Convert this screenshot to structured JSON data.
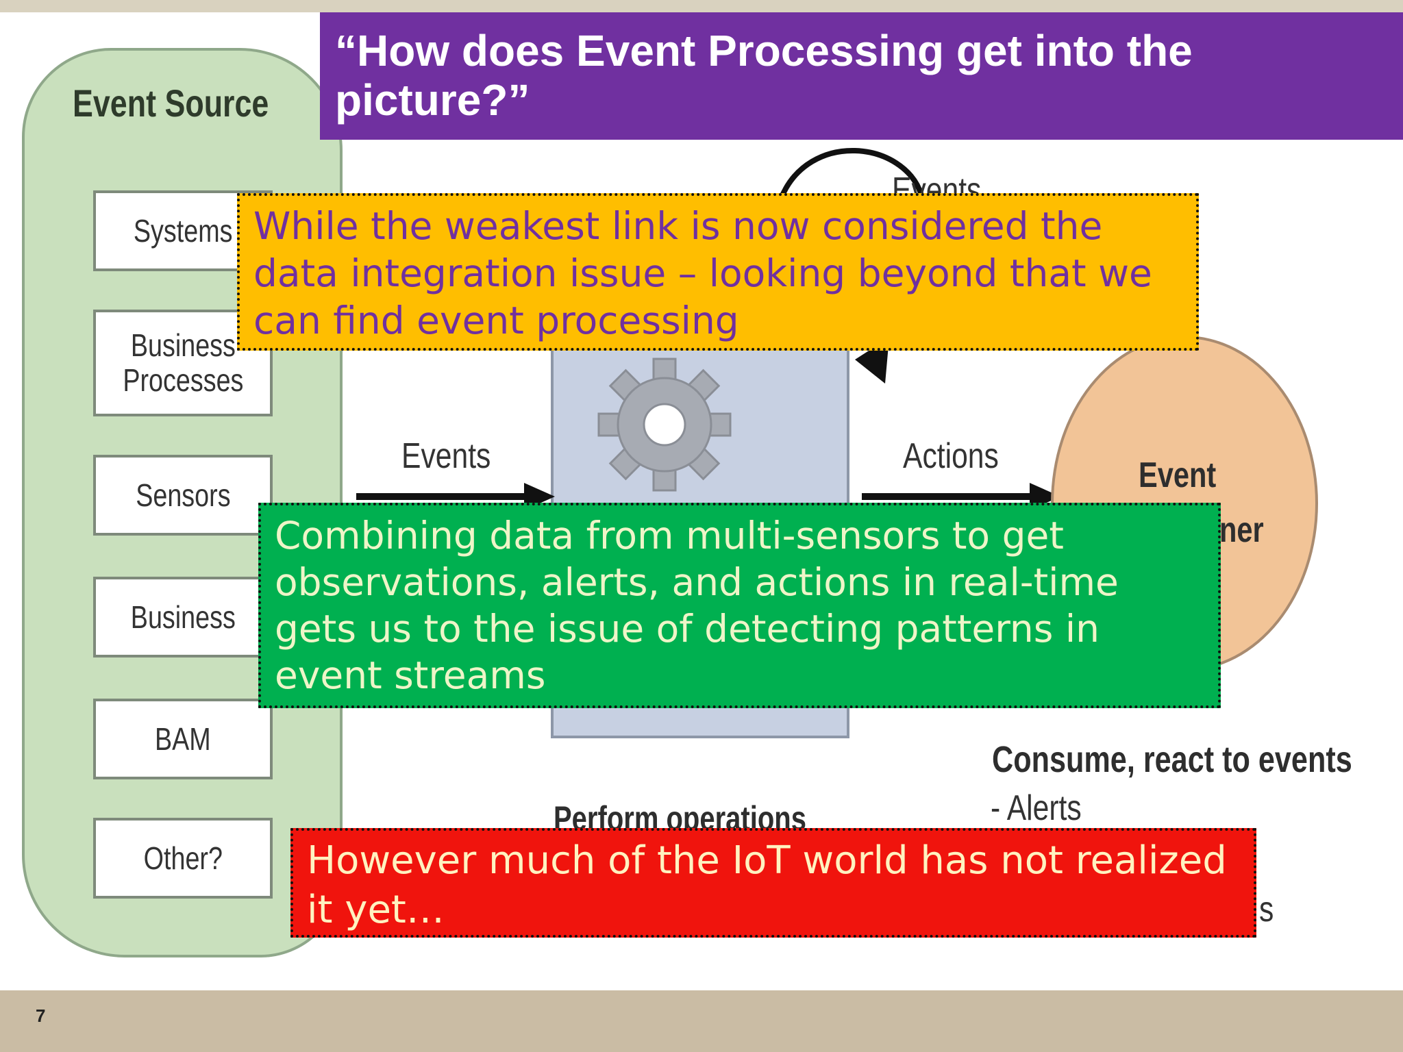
{
  "slide": {
    "title": "“How does Event Processing get into the picture?”",
    "slide_number": "7"
  },
  "diagram": {
    "source_title": "Event Source",
    "sources": [
      "Systems",
      "Business\nProcesses",
      "Sensors",
      "Business",
      "BAM",
      "Other?"
    ],
    "events_top_label": "Events",
    "events_label": "Events",
    "actions_label": "Actions",
    "consumer_line1": "Event",
    "consumer_line2": "ner",
    "perform_label": "Perform operations",
    "consume_label": "Consume, react to events",
    "alerts_label": "- Alerts",
    "partial_label": "s"
  },
  "callouts": {
    "yellow": "While the weakest link is now considered the data integration issue – looking beyond that we can find event processing",
    "green": "Combining data from multi-sensors to get observations, alerts, and actions in real-time gets us to the issue of detecting patterns in event streams",
    "red": "However much of the IoT world has not realized it yet…"
  },
  "colors": {
    "title_banner": "#7030a0",
    "callout_yellow": "#ffbe00",
    "callout_green": "#00b050",
    "callout_red": "#f0140d",
    "source_panel": "#c9e0bd",
    "consumer": "#f2c497"
  },
  "icons": [
    "gear-icon",
    "arrow-right-icon",
    "circular-arrow-icon"
  ]
}
